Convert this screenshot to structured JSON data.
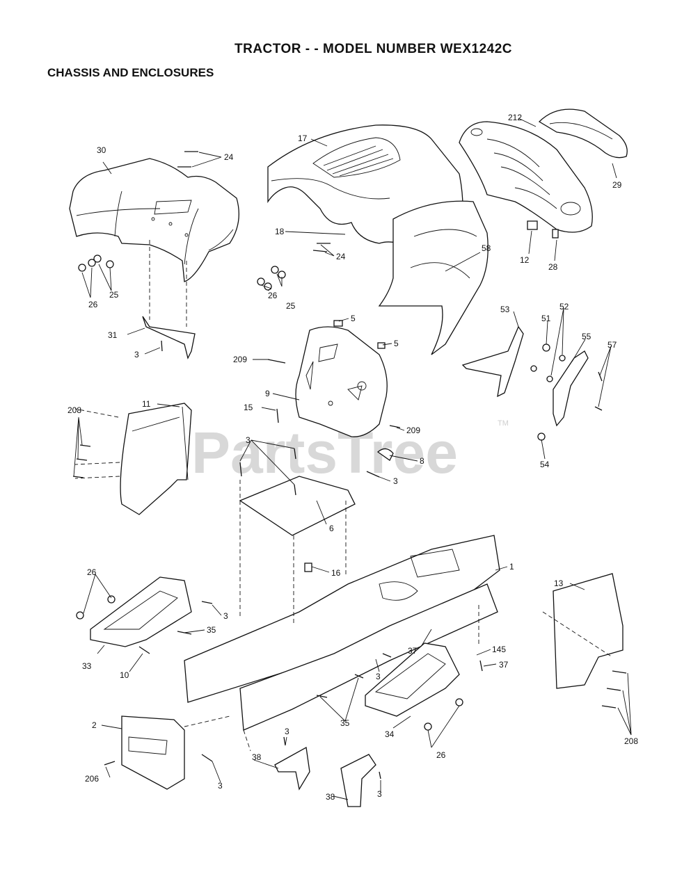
{
  "header": {
    "title": "TRACTOR - - MODEL NUMBER WEX1242C",
    "section": "CHASSIS AND ENCLOSURES"
  },
  "watermark": {
    "text": "PartsTree",
    "tm": "TM"
  },
  "callouts": {
    "c30": "30",
    "c24a": "24",
    "c17": "17",
    "c212": "212",
    "c29": "29",
    "c18": "18",
    "c24b": "24",
    "c12": "12",
    "c28": "28",
    "c58": "58",
    "c26a": "26",
    "c25a": "25",
    "c26b": "26",
    "c25b": "25",
    "c31": "31",
    "c3a": "3",
    "c5a": "5",
    "c5b": "5",
    "c53": "53",
    "c51": "51",
    "c52": "52",
    "c55": "55",
    "c57": "57",
    "c209a": "209",
    "c9": "9",
    "c208a": "208",
    "c11": "11",
    "c15": "15",
    "c209b": "209",
    "c3b": "3",
    "c8": "8",
    "c3c": "3",
    "c54": "54",
    "c6": "6",
    "c16": "16",
    "c1": "1",
    "c26c": "26",
    "c3d": "3",
    "c35a": "35",
    "c33": "33",
    "c10": "10",
    "c13": "13",
    "c37a": "37",
    "c145": "145",
    "c37b": "37",
    "c3e": "3",
    "c35b": "35",
    "c34": "34",
    "c26d": "26",
    "c208b": "208",
    "c2": "2",
    "c206": "206",
    "c3f": "3",
    "c38a": "38",
    "c3g": "3",
    "c38b": "38",
    "c3h": "3"
  }
}
